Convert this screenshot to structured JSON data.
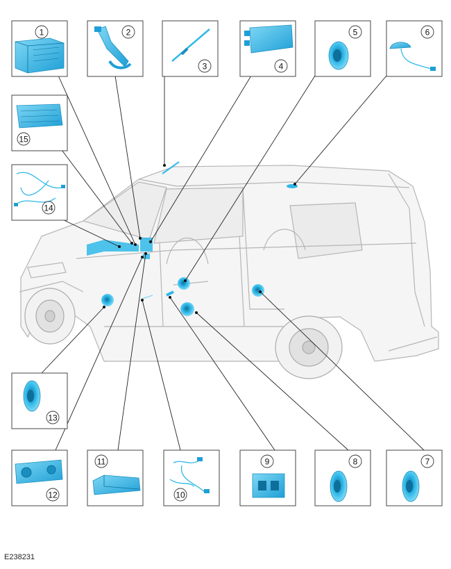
{
  "figure_code": "E238231",
  "colors": {
    "component": "#2fb8e8",
    "component_dark": "#1a8fbf",
    "vehicle_outline": "#b8b8b8",
    "leader_line": "#222222",
    "box_border": "#444444"
  },
  "callouts": [
    {
      "label": "1",
      "icon": "module-box-icon"
    },
    {
      "label": "2",
      "icon": "bracket-cable-icon"
    },
    {
      "label": "3",
      "icon": "antenna-icon"
    },
    {
      "label": "4",
      "icon": "control-module-icon"
    },
    {
      "label": "5",
      "icon": "speaker-icon"
    },
    {
      "label": "6",
      "icon": "roof-antenna-icon"
    },
    {
      "label": "7",
      "icon": "speaker-icon"
    },
    {
      "label": "8",
      "icon": "speaker-icon"
    },
    {
      "label": "9",
      "icon": "usb-port-icon"
    },
    {
      "label": "10",
      "icon": "wiring-harness-icon"
    },
    {
      "label": "11",
      "icon": "tray-icon"
    },
    {
      "label": "12",
      "icon": "control-panel-icon"
    },
    {
      "label": "13",
      "icon": "speaker-icon"
    },
    {
      "label": "14",
      "icon": "harness-loop-icon"
    },
    {
      "label": "15",
      "icon": "audio-unit-icon"
    }
  ]
}
